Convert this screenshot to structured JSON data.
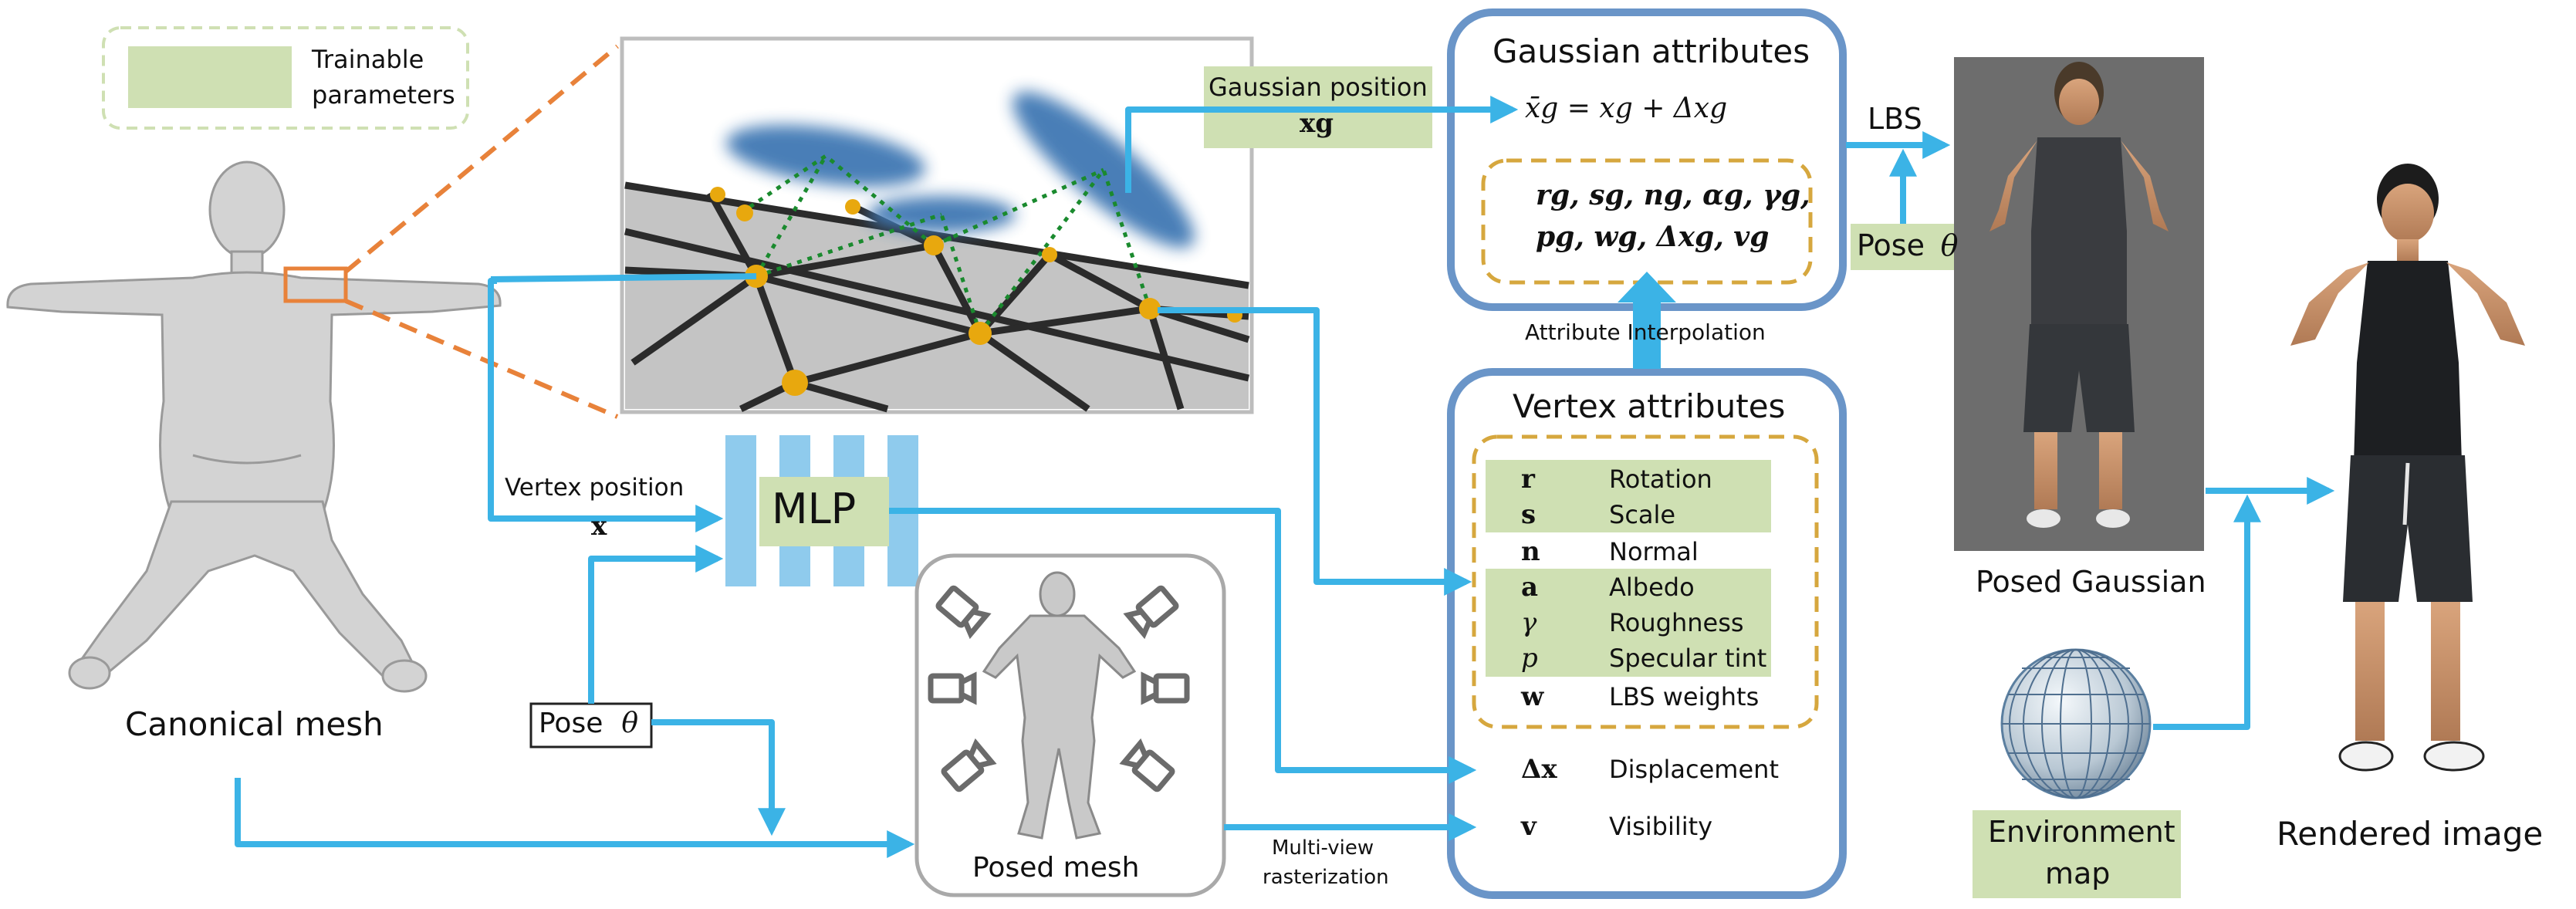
{
  "legend": {
    "label": "Trainable\nparameters",
    "line1": "Trainable",
    "line2": "parameters"
  },
  "canonical_mesh": {
    "caption": "Canonical mesh"
  },
  "mlp": {
    "label": "MLP"
  },
  "vertex_position": {
    "label": "Vertex position",
    "symbol": "x"
  },
  "pose_left": {
    "label": "Pose",
    "symbol": "θ"
  },
  "posed_mesh": {
    "caption": "Posed mesh"
  },
  "multiview": {
    "line1": "Multi-view",
    "line2": "rasterization"
  },
  "gaussian_position": {
    "label": "Gaussian position",
    "symbol": "xg"
  },
  "gaussian_attributes": {
    "title": "Gaussian attributes",
    "equation": "x̄g = xg + Δxg",
    "line1": "rg, sg, ng, αg, γg,",
    "line2": "pg, wg, Δxg, vg"
  },
  "attribute_interpolation": {
    "label": "Attribute Interpolation"
  },
  "vertex_attributes": {
    "title": "Vertex attributes",
    "rows": [
      {
        "symbol": "r",
        "label": "Rotation",
        "trainable": true
      },
      {
        "symbol": "s",
        "label": "Scale",
        "trainable": true
      },
      {
        "symbol": "n",
        "label": "Normal",
        "trainable": false
      },
      {
        "symbol": "a",
        "label": "Albedo",
        "trainable": true
      },
      {
        "symbol": "γ",
        "label": "Roughness",
        "trainable": true
      },
      {
        "symbol": "p",
        "label": "Specular tint",
        "trainable": true
      },
      {
        "symbol": "w",
        "label": "LBS weights",
        "trainable": false
      }
    ],
    "extra_rows": [
      {
        "symbol": "Δx",
        "label": "Displacement"
      },
      {
        "symbol": "v",
        "label": "Visibility"
      }
    ]
  },
  "lbs": {
    "label": "LBS"
  },
  "pose_right": {
    "label": "Pose",
    "symbol": "θ"
  },
  "posed_gaussian": {
    "caption": "Posed Gaussian"
  },
  "environment_map": {
    "line1": "Environment",
    "line2": "map"
  },
  "rendered_image": {
    "caption": "Rendered image"
  },
  "colors": {
    "arrow_blue": "#3bb3e6",
    "box_border_blue": "#6a95c8",
    "trainable_green": "#cfe0b3",
    "dashed_gold": "#d6a73e",
    "mlp_blue": "#8fcbed",
    "zoom_orange": "#e8823a",
    "vertex_gold": "#e8a80e",
    "gaussian_blue": "#3f78b4",
    "dotted_green": "#1a8a2e"
  }
}
